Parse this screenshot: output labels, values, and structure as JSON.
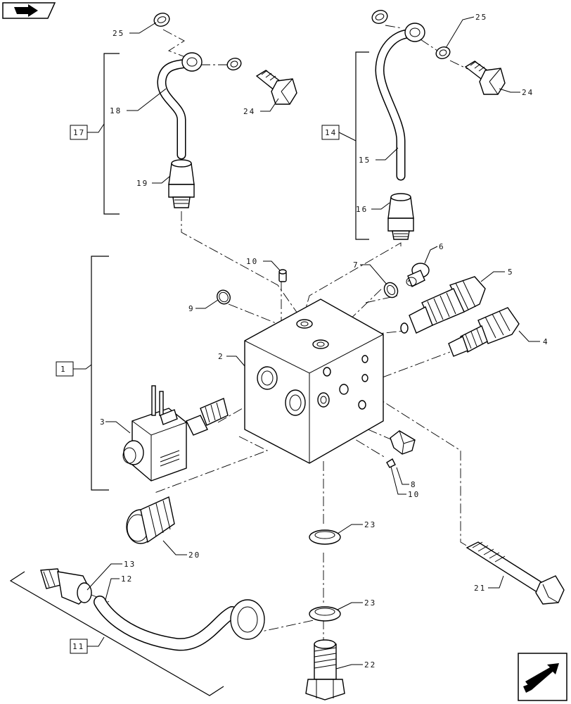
{
  "diagram": {
    "nav": {
      "prev_icon": "arrow-icon",
      "next_icon": "arrow-icon"
    },
    "group_labels": {
      "g1": "1",
      "g11": "11",
      "g14": "14",
      "g17": "17"
    },
    "callouts": {
      "c2": "2",
      "c3": "3",
      "c4": "4",
      "c5": "5",
      "c6": "6",
      "c7": "7",
      "c8": "8",
      "c9": "9",
      "c10a": "10",
      "c10b": "10",
      "c12": "12",
      "c13": "13",
      "c15": "15",
      "c16": "16",
      "c18": "18",
      "c19": "19",
      "c20": "20",
      "c21": "21",
      "c22": "22",
      "c23a": "23",
      "c23b": "23",
      "c24a": "24",
      "c24b": "24",
      "c25a": "25",
      "c25b": "25"
    }
  }
}
